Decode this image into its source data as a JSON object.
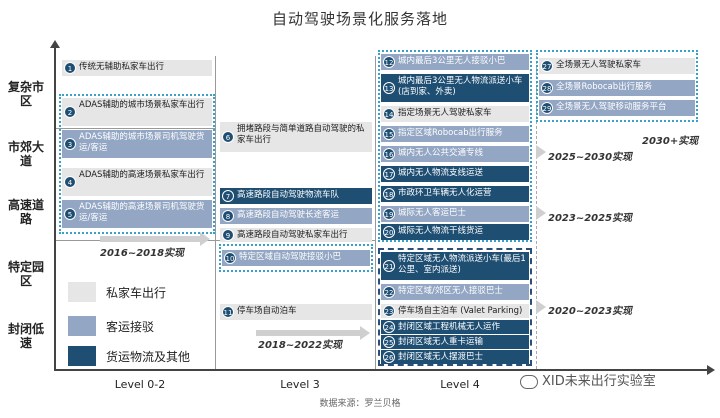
{
  "title": "自动驾驶场景化服务落地",
  "source": "数据来源：罗兰贝格",
  "watermark": "XID未来出行实验室",
  "y_labels": [
    "复杂市区",
    "市郊大道",
    "高速道路",
    "特定园区",
    "封闭低速"
  ],
  "x_labels": [
    "Level 0-2",
    "Level 3",
    "Level 4"
  ],
  "eras": [
    "2016~2018实现",
    "2018~2022实现",
    "2025~2030实现",
    "2023~2025实现",
    "2020~2023实现",
    "2030+实现"
  ],
  "legend": [
    {
      "label": "私家车出行",
      "style": "g"
    },
    {
      "label": "客运接驳",
      "style": "l"
    },
    {
      "label": "货运物流及其他",
      "style": "d"
    }
  ],
  "items": [
    {
      "n": "1",
      "text": "传统无辅助私家车出行",
      "style": "g"
    },
    {
      "n": "2",
      "text": "ADAS辅助的城市场景私家车出行",
      "style": "g"
    },
    {
      "n": "3",
      "text": "ADAS辅助的城市场景司机驾驶货运/客运",
      "style": "l"
    },
    {
      "n": "4",
      "text": "ADAS辅助的高速场景私家车出行",
      "style": "g"
    },
    {
      "n": "5",
      "text": "ADAS辅助的高速场景司机驾驶货运/客运",
      "style": "l"
    },
    {
      "n": "6",
      "text": "拥堵路段与简单道路自动驾驶的私家车出行",
      "style": "g"
    },
    {
      "n": "7",
      "text": "高速路段自动驾驶物流车队",
      "style": "d"
    },
    {
      "n": "8",
      "text": "高速路段自动驾驶长途客运",
      "style": "l"
    },
    {
      "n": "9",
      "text": "高速路段自动驾驶私家车出行",
      "style": "g"
    },
    {
      "n": "10",
      "text": "特定区域自动驾驶接驳小巴",
      "style": "l"
    },
    {
      "n": "11",
      "text": "停车场自动泊车",
      "style": "g"
    },
    {
      "n": "12",
      "text": "城内最后3公里无人接驳小巴",
      "style": "l"
    },
    {
      "n": "13",
      "text": "城内最后3公里无人物流派送小车(店到家、外卖)",
      "style": "d"
    },
    {
      "n": "14",
      "text": "指定场景无人驾驶私家车",
      "style": "g"
    },
    {
      "n": "15",
      "text": "指定区域Robocab出行服务",
      "style": "l"
    },
    {
      "n": "16",
      "text": "城内无人公共交通专线",
      "style": "l"
    },
    {
      "n": "17",
      "text": "城内无人物流支线运送",
      "style": "d"
    },
    {
      "n": "18",
      "text": "市政环卫车辆无人化运营",
      "style": "d"
    },
    {
      "n": "19",
      "text": "城际无人客运巴士",
      "style": "l"
    },
    {
      "n": "20",
      "text": "城际无人物流干线货运",
      "style": "d"
    },
    {
      "n": "21",
      "text": "特定区域无人物流派送小车(最后1公里、室内派送)",
      "style": "d"
    },
    {
      "n": "22",
      "text": "特定区域/郊区无人接驳巴士",
      "style": "l"
    },
    {
      "n": "23",
      "text": "停车场自主泊车 (Valet Parking)",
      "style": "g"
    },
    {
      "n": "24",
      "text": "封闭区域工程机械无人运作",
      "style": "d"
    },
    {
      "n": "25",
      "text": "封闭区域无人重卡运输",
      "style": "d"
    },
    {
      "n": "26",
      "text": "封闭区域无人摆渡巴士",
      "style": "d"
    },
    {
      "n": "27",
      "text": "全场景无人驾驶私家车",
      "style": "g"
    },
    {
      "n": "28",
      "text": "全场景Robocab出行服务",
      "style": "l"
    },
    {
      "n": "29",
      "text": "全场景无人驾驶移动服务平台",
      "style": "l"
    }
  ]
}
